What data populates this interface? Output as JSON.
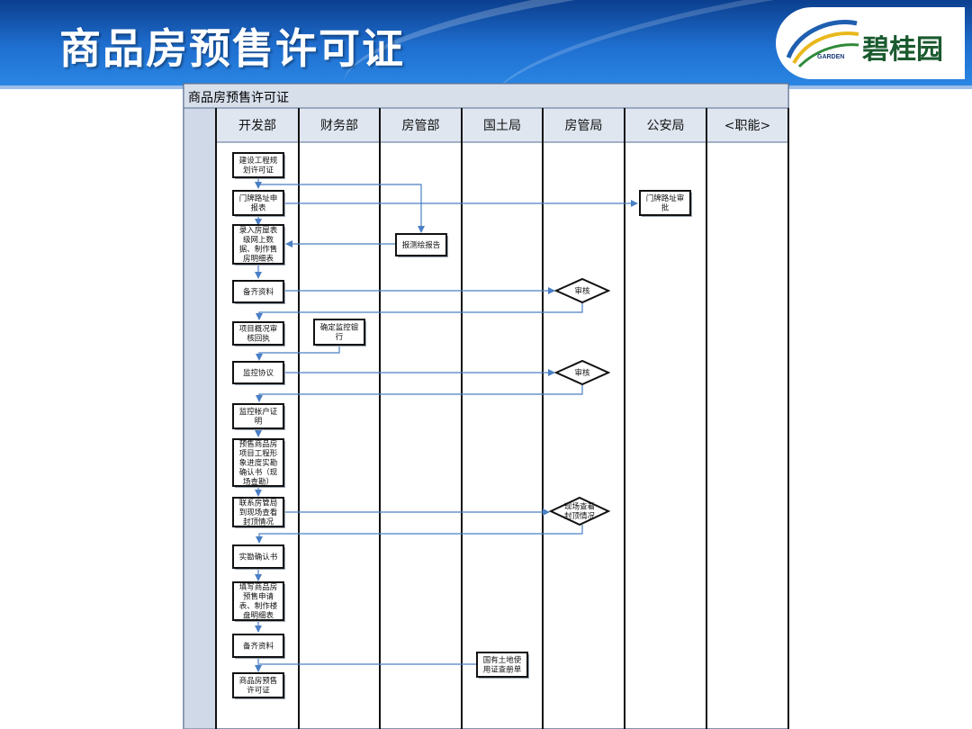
{
  "slide": {
    "title": "商品房预售许可证",
    "logo_cn": "碧桂园",
    "logo_en": "GARDEN"
  },
  "diagram": {
    "title": "商品房预售许可证",
    "lanes": [
      "开发部",
      "财务部",
      "房管部",
      "国土局",
      "房管局",
      "公安局",
      "<职能>"
    ],
    "nodes": [
      {
        "id": "n1",
        "lines": [
          "建设工程规",
          "划许可证"
        ]
      },
      {
        "id": "n2",
        "lines": [
          "门牌路址申",
          "报表"
        ]
      },
      {
        "id": "n3",
        "lines": [
          "门牌路址审",
          "批"
        ]
      },
      {
        "id": "n4",
        "lines": [
          "录入房屋表",
          "级网上数",
          "据、制作售",
          "房明细表"
        ]
      },
      {
        "id": "n5",
        "lines": [
          "报测绘报告"
        ]
      },
      {
        "id": "n6",
        "lines": [
          "备齐资料"
        ]
      },
      {
        "id": "n7",
        "lines": [
          "审核"
        ]
      },
      {
        "id": "n8",
        "lines": [
          "项目概况审",
          "核回执"
        ]
      },
      {
        "id": "n9",
        "lines": [
          "确定监控银",
          "行"
        ]
      },
      {
        "id": "n10",
        "lines": [
          "监控协议"
        ]
      },
      {
        "id": "n11",
        "lines": [
          "审核"
        ]
      },
      {
        "id": "n12",
        "lines": [
          "监控帐户证",
          "明"
        ]
      },
      {
        "id": "n13",
        "lines": [
          "预售商品房",
          "项目工程形",
          "象进度实勘",
          "确认书（现",
          "场查勘）"
        ]
      },
      {
        "id": "n14",
        "lines": [
          "联系房管局",
          "到现场查看",
          "封顶情况"
        ]
      },
      {
        "id": "n15",
        "lines": [
          "现场查看",
          "封顶情况"
        ]
      },
      {
        "id": "n16",
        "lines": [
          "实勘确认书"
        ]
      },
      {
        "id": "n17",
        "lines": [
          "填写商品房",
          "预售申请",
          "表、制作楼",
          "盘明细表"
        ]
      },
      {
        "id": "n18",
        "lines": [
          "备齐资料"
        ]
      },
      {
        "id": "n19",
        "lines": [
          "国有土地使",
          "用证查册单"
        ]
      },
      {
        "id": "n20",
        "lines": [
          "商品房预售",
          "许可证"
        ]
      }
    ]
  }
}
